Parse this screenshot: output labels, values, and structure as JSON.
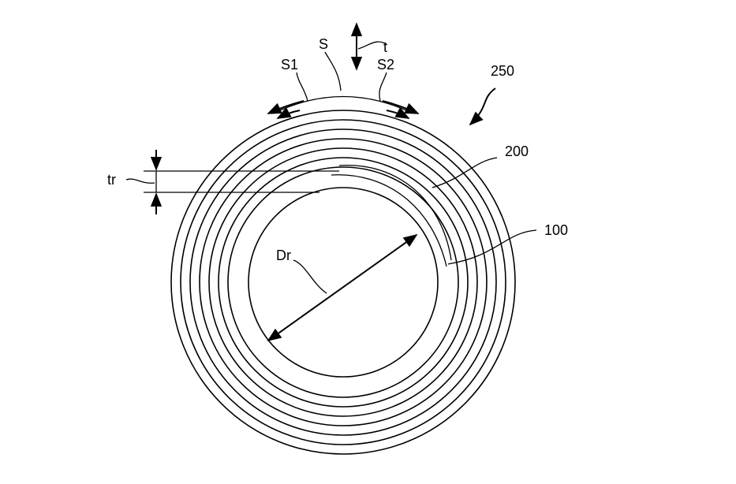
{
  "labels": {
    "t": "t",
    "s": "S",
    "s1": "S1",
    "s2": "S2",
    "ref_250": "250",
    "ref_200": "200",
    "ref_100": "100",
    "tr": "tr",
    "dr": "Dr"
  },
  "colors": {
    "line": "#000000",
    "background": "#ffffff"
  }
}
